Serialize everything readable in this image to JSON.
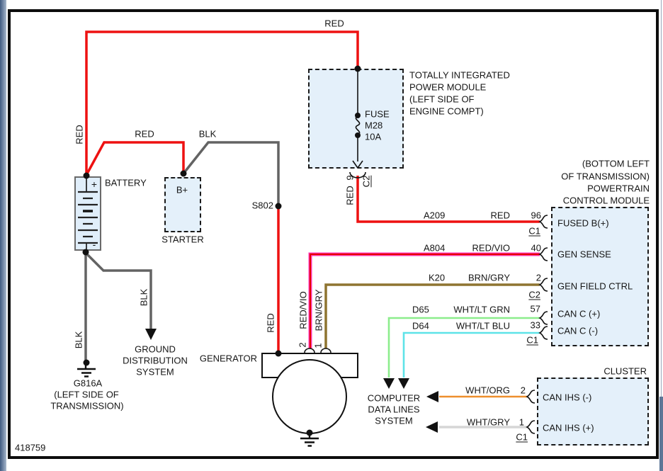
{
  "frame": {
    "diagram_number": "418759"
  },
  "top": {
    "wire_label": "RED"
  },
  "battery": {
    "label": "BATTERY",
    "plus": "+",
    "minus": "-",
    "top_wire_vertical_label": "RED",
    "to_starter_wire_label": "RED",
    "ground_left_label": "BLK",
    "ground_right_label": "BLK"
  },
  "starter": {
    "terminal": "B+",
    "label": "STARTER",
    "wire_out_label": "BLK",
    "splice": "S802"
  },
  "tipm": {
    "title_lines": [
      "TOTALLY INTEGRATED",
      "POWER MODULE",
      "(LEFT SIDE OF",
      "ENGINE COMPT)"
    ],
    "fuse_lines": [
      "FUSE",
      "M28",
      "10A"
    ],
    "connector": "C2",
    "exit_wire": {
      "color": "RED",
      "pin": "9"
    }
  },
  "pcm": {
    "location_lines": [
      "(BOTTOM LEFT",
      "OF TRANSMISSION)",
      "POWERTRAIN",
      "CONTROL MODULE"
    ],
    "rows": [
      {
        "circuit": "A209",
        "color": "RED",
        "pin": "96",
        "label": "FUSED B(+)",
        "connector_below": "C1"
      },
      {
        "circuit": "A804",
        "color": "RED/VIO",
        "pin": "40",
        "label": "GEN SENSE"
      },
      {
        "circuit": "K20",
        "color": "BRN/GRY",
        "pin": "2",
        "label": "GEN FIELD CTRL",
        "connector_below": "C2"
      },
      {
        "circuit": "D65",
        "color": "WHT/LT GRN",
        "pin": "57",
        "label": "CAN C (+)"
      },
      {
        "circuit": "D64",
        "color": "WHT/LT BLU",
        "pin": "33",
        "label": "CAN C (-)",
        "connector_below": "C1"
      }
    ]
  },
  "cluster": {
    "label": "CLUSTER",
    "rows": [
      {
        "color": "WHT/ORG",
        "pin": "2",
        "label": "CAN IHS (-)"
      },
      {
        "color": "WHT/GRY",
        "pin": "1",
        "label": "CAN IHS (+)"
      }
    ],
    "connector_below": "C1"
  },
  "generator": {
    "label": "GENERATOR",
    "feed_wire_label": "RED",
    "pins": [
      {
        "number": "2",
        "wire_label": "RED/VIO"
      },
      {
        "number": "1",
        "wire_label": "BRN/GRY"
      }
    ]
  },
  "computer_data_lines": {
    "lines": [
      "COMPUTER",
      "DATA LINES",
      "SYSTEM"
    ]
  },
  "ground_distribution": {
    "lines": [
      "GROUND",
      "DISTRIBUTION",
      "SYSTEM"
    ]
  },
  "ground": {
    "id": "G816A",
    "location_lines": [
      "(LEFT SIDE OF",
      "TRANSMISSION)"
    ]
  },
  "colors": {
    "red": "#ee1111",
    "blk": "#636363",
    "red_vio_edge": "#ff37b8",
    "red_vio_core": "#e60000",
    "brn_gry": "#8e7430",
    "wht_lt_grn": "#8ced8c",
    "wht_lt_blu": "#5ee3e8",
    "wht_org": "#ee8f2d",
    "wht_gry": "#d6d6d6",
    "box_fill": "#e4f0fa"
  }
}
